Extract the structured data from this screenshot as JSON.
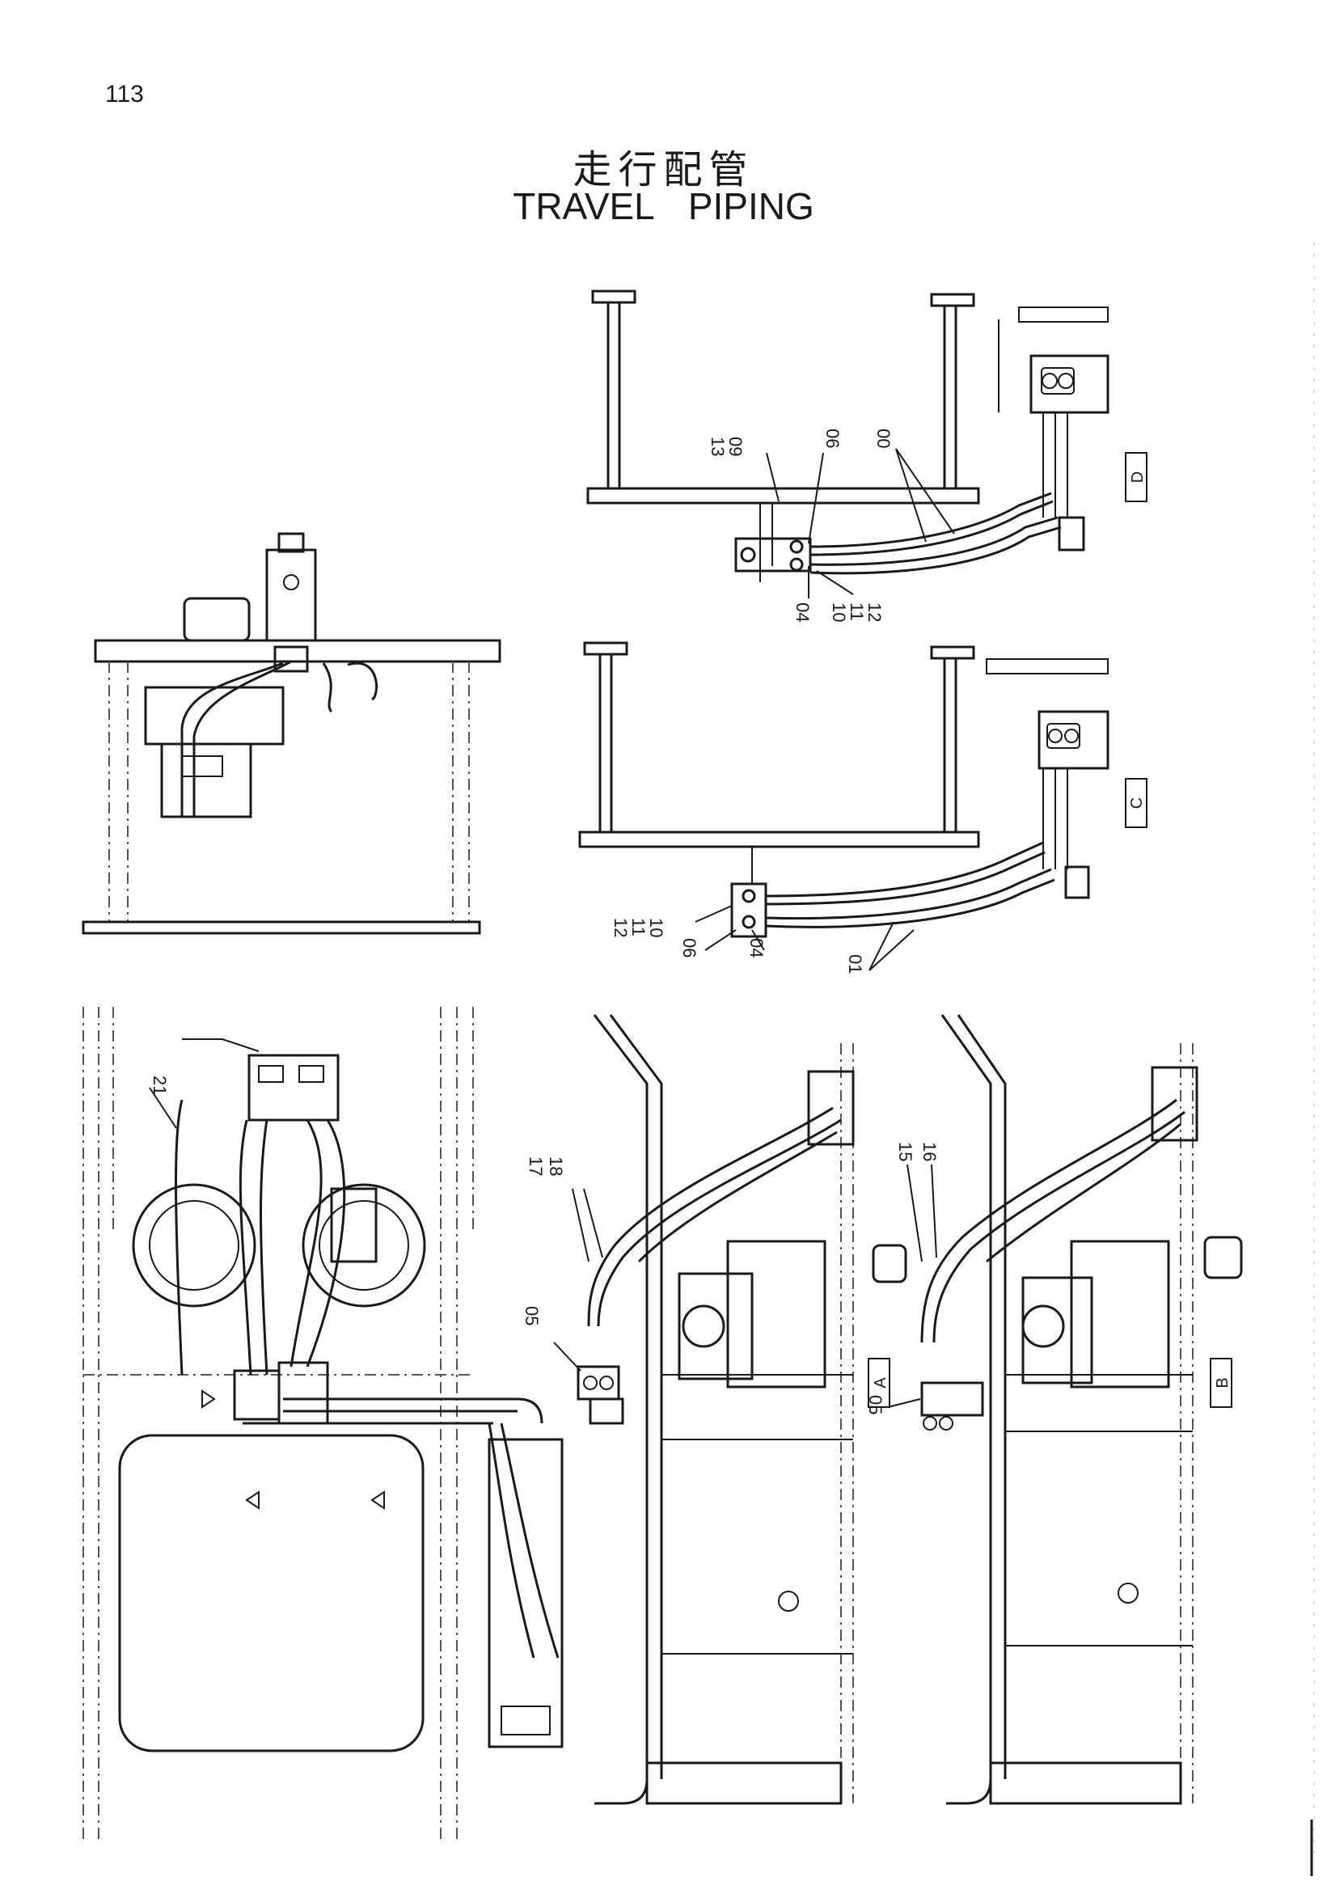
{
  "page_number": "113",
  "title_zh": "走行配管",
  "title_en": "TRAVEL  PIPING",
  "views": {
    "D": {
      "label": "D",
      "callouts": {
        "c13": "13",
        "c09": "09",
        "c06": "06",
        "c00": "00",
        "c04": "04",
        "c10": "10",
        "c11": "11",
        "c12": "12"
      }
    },
    "C": {
      "label": "C",
      "callouts": {
        "c12": "12",
        "c11": "11",
        "c10": "10",
        "c06": "06",
        "c04": "04",
        "c01": "01"
      }
    },
    "A": {
      "label": "A",
      "callouts": {
        "c17": "17",
        "c18": "18",
        "c05": "05"
      }
    },
    "B": {
      "label": "B",
      "callouts": {
        "c15": "15",
        "c16": "16",
        "c05": "05"
      }
    },
    "main": {
      "callouts": {
        "c21": "21"
      }
    }
  }
}
